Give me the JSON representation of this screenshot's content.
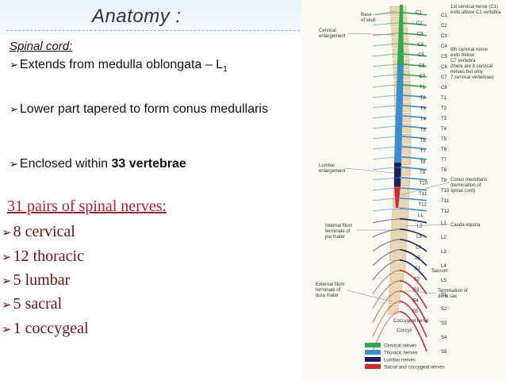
{
  "title": "Anatomy :",
  "spinal_cord": {
    "heading": "Spinal cord:",
    "bullet_1": "Extends from medulla oblongata – L",
    "bullet_1_sub": "1",
    "bullet_2": "Lower part tapered to form conus medullaris",
    "bullet_3_prefix": "Enclosed within ",
    "bullet_3_bold": "33 vertebrae"
  },
  "spinal_nerves": {
    "heading": "31 pairs of spinal nerves:",
    "items": [
      "8 cervical",
      "12 thoracic",
      "5 lumbar",
      "5 sacral",
      "1 coccygeal"
    ]
  },
  "bullet_glyph": "➢",
  "figure": {
    "colors": {
      "cervical": "#2fa84f",
      "thoracic": "#3a8fd1",
      "lumbar": "#1f1f5e",
      "sacral_coccygeal": "#d4262e",
      "vertebra": "#e9d6b2"
    },
    "labels": {
      "base_of_skull": "Base of skull",
      "cervical_enlargement": "Cervical enlargement",
      "c1_note": "1st cervical nerve (C1) exits above C1 vertebra",
      "c8_note": "8th cervical nerve exits below C7 vertebra (there are 8 cervical nerves but only 7 cervical vertebrae)",
      "lumbar_enlargement": "Lumbar enlargement",
      "conus_note": "Conus medullaris (termination of spinal cord)",
      "internal_filum": "Internal filum terminale of pia mater",
      "cauda_equina": "Cauda equina",
      "external_filum": "External filum terminale of dura mater",
      "dural_sac": "Termination of dural sac",
      "coccygeal_nerve": "Coccygeal nerve",
      "coccyx": "Coccyx",
      "sacrum": "Sacrum"
    },
    "legend": [
      "Cervical nerves",
      "Thoracic nerves",
      "Lumbar nerves",
      "Sacral and coccygeal nerves"
    ],
    "vertebra_labels": [
      "C1",
      "C2",
      "C3",
      "C4",
      "C5",
      "C6",
      "C7",
      "T1",
      "T2",
      "T3",
      "T4",
      "T5",
      "T6",
      "T7",
      "T8",
      "T9",
      "T10",
      "T11",
      "T12",
      "L1",
      "L2",
      "L3",
      "L4",
      "L5",
      "S1",
      "S2",
      "S3",
      "S4",
      "S5"
    ],
    "nerve_labels": [
      "C1",
      "C2",
      "C3",
      "C4",
      "C5",
      "C6",
      "C7",
      "C8",
      "T1",
      "T2",
      "T3",
      "T4",
      "T5",
      "T6",
      "T7",
      "T8",
      "T9",
      "T10",
      "T11",
      "T12",
      "L1",
      "L2",
      "L3",
      "L4",
      "L5",
      "S1",
      "S2",
      "S3",
      "S4",
      "S5"
    ]
  }
}
